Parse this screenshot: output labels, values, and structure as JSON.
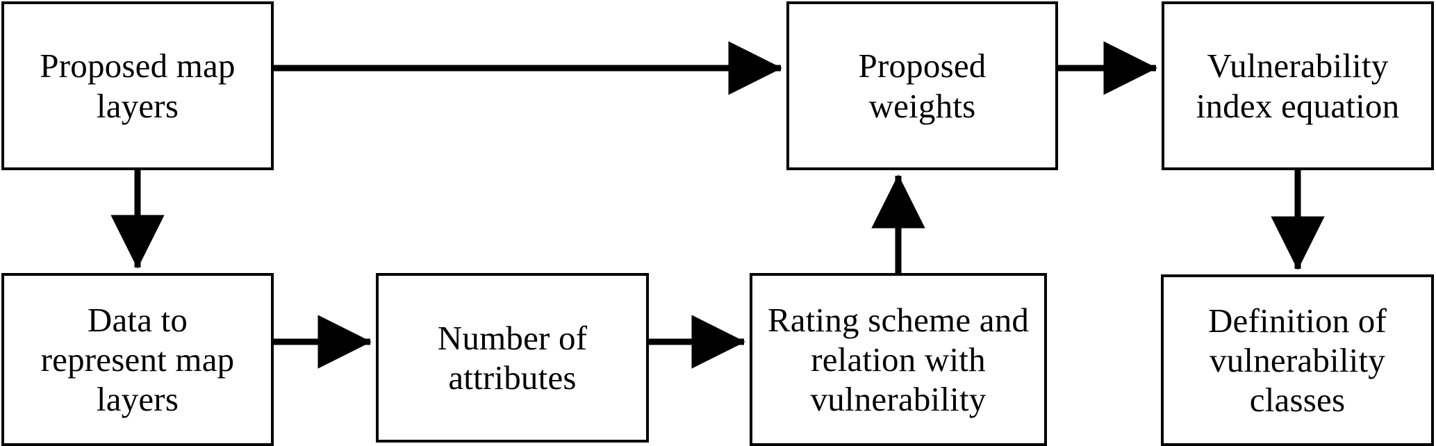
{
  "diagram": {
    "title": "Vulnerability index methodology flowchart",
    "background_color": "#ffffff",
    "stroke_color": "#000000",
    "nodes": [
      {
        "id": "proposed-map-layers",
        "label": "Proposed map\nlayers"
      },
      {
        "id": "proposed-weights",
        "label": "Proposed\nweights"
      },
      {
        "id": "vulnerability-index-eq",
        "label": "Vulnerability\nindex equation"
      },
      {
        "id": "data-represent-layers",
        "label": "Data to\nrepresent map\nlayers"
      },
      {
        "id": "number-of-attributes",
        "label": "Number of\nattributes"
      },
      {
        "id": "rating-scheme",
        "label": "Rating scheme and\nrelation with\nvulnerability"
      },
      {
        "id": "definition-vuln-classes",
        "label": "Definition of\nvulnerability\nclasses"
      }
    ],
    "edges": [
      {
        "id": "edge-map-layers-to-weights",
        "from": "proposed-map-layers",
        "to": "proposed-weights",
        "direction": "right"
      },
      {
        "id": "edge-weights-to-index-equation",
        "from": "proposed-weights",
        "to": "vulnerability-index-eq",
        "direction": "right"
      },
      {
        "id": "edge-map-layers-to-data",
        "from": "proposed-map-layers",
        "to": "data-represent-layers",
        "direction": "down"
      },
      {
        "id": "edge-data-to-attributes",
        "from": "data-represent-layers",
        "to": "number-of-attributes",
        "direction": "right"
      },
      {
        "id": "edge-attributes-to-rating-scheme",
        "from": "number-of-attributes",
        "to": "rating-scheme",
        "direction": "right"
      },
      {
        "id": "edge-rating-scheme-to-weights",
        "from": "rating-scheme",
        "to": "proposed-weights",
        "direction": "up"
      },
      {
        "id": "edge-index-equation-to-definition",
        "from": "vulnerability-index-eq",
        "to": "definition-vuln-classes",
        "direction": "down"
      }
    ]
  }
}
